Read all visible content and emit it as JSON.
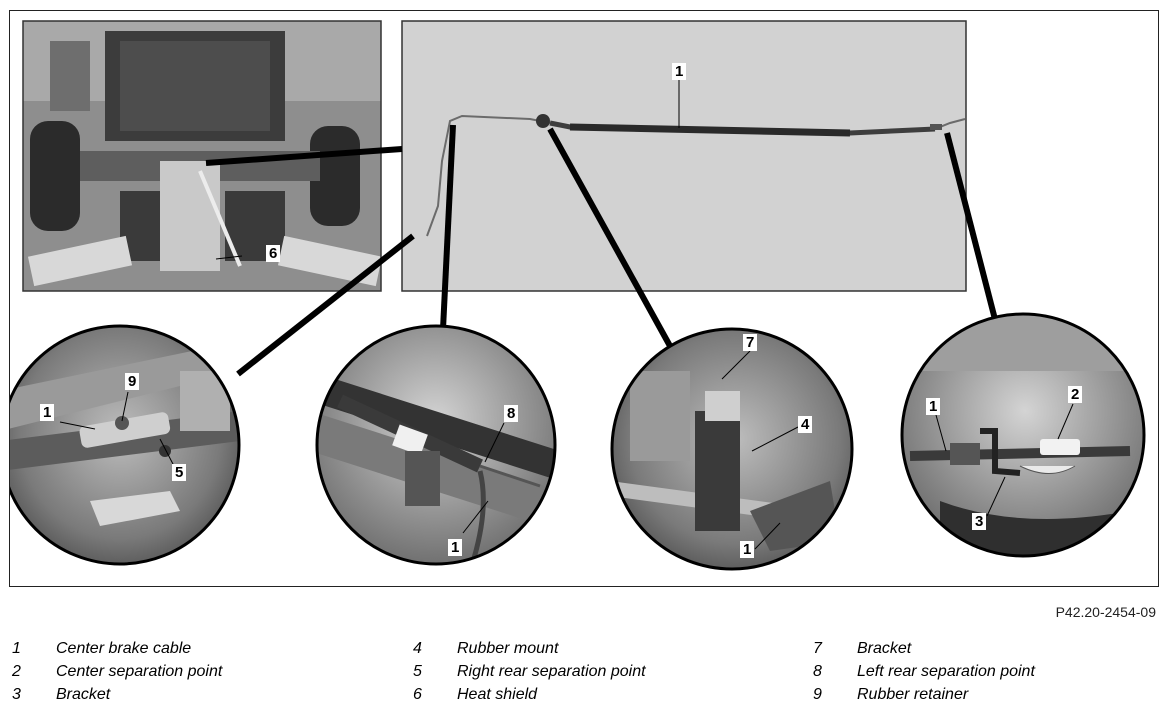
{
  "figure": {
    "callouts": {
      "overview_6": "6",
      "cable_1": "1",
      "c1_9": "9",
      "c1_1": "1",
      "c1_5": "5",
      "c2_8": "8",
      "c2_1": "1",
      "c3_7": "7",
      "c3_4": "4",
      "c3_1": "1",
      "c4_1": "1",
      "c4_2": "2",
      "c4_3": "3"
    },
    "figure_id": "P42.20-2454-09"
  },
  "legend": {
    "columns": [
      [
        {
          "num": "1",
          "text": "Center brake cable"
        },
        {
          "num": "2",
          "text": "Center separation point"
        },
        {
          "num": "3",
          "text": "Bracket"
        }
      ],
      [
        {
          "num": "4",
          "text": "Rubber mount"
        },
        {
          "num": "5",
          "text": "Right rear separation point"
        },
        {
          "num": "6",
          "text": "Heat shield"
        }
      ],
      [
        {
          "num": "7",
          "text": "Bracket"
        },
        {
          "num": "8",
          "text": "Left rear separation point"
        },
        {
          "num": "9",
          "text": "Rubber retainer"
        }
      ]
    ]
  }
}
